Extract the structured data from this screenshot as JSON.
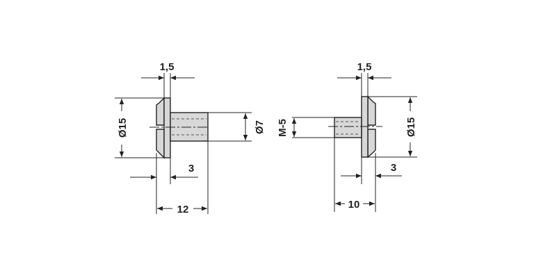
{
  "drawing": {
    "left_part": {
      "head_thickness": "1,5",
      "head_diameter": "Ø15",
      "shank_diameter": "Ø7",
      "head_width": "3",
      "total_length": "12"
    },
    "right_part": {
      "head_thickness": "1,5",
      "thread": "M-5",
      "head_diameter": "Ø15",
      "head_width": "3",
      "total_length": "10"
    }
  }
}
